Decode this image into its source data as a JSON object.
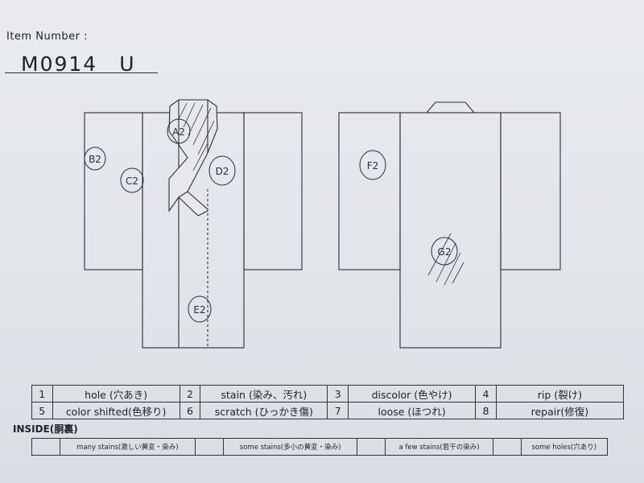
{
  "header": {
    "item_label": "Item Number :",
    "item_number": "M0914　U"
  },
  "marks": {
    "A": "A2",
    "B": "B2",
    "C": "C2",
    "D": "D2",
    "E": "E2",
    "F": "F2",
    "G": "G2"
  },
  "legend": [
    {
      "num": "1",
      "label": "hole (穴あき)"
    },
    {
      "num": "2",
      "label": "stain (染み、汚れ)"
    },
    {
      "num": "3",
      "label": "discolor (色やけ)"
    },
    {
      "num": "4",
      "label": "rip (裂け)"
    },
    {
      "num": "5",
      "label": "color shifted(色移り)"
    },
    {
      "num": "6",
      "label": "scratch (ひっかき傷)"
    },
    {
      "num": "7",
      "label": "loose (ほつれ)"
    },
    {
      "num": "8",
      "label": "repair(修復)"
    }
  ],
  "inside": {
    "label": "INSIDE(胴裏)",
    "items": [
      "many stains(激しい黄変・染み)",
      "some stains(多小の黄変・染み)",
      "a few stains(若干の染み)",
      "some holes(穴あり)"
    ]
  }
}
